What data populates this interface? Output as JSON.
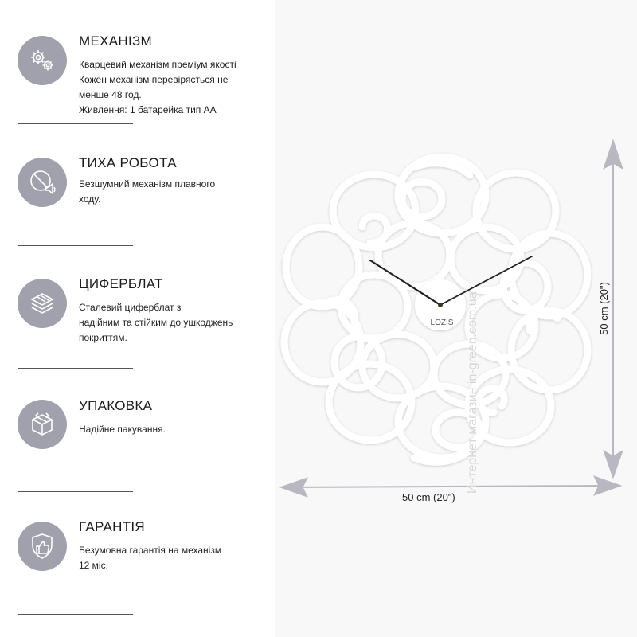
{
  "features": [
    {
      "title": "МЕХАНІЗМ",
      "icon": "gears-icon",
      "lines": [
        "Кварцевий механізм преміум якості",
        "Кожен механізм перевіряється не",
        "менше 48 год.",
        "Живлення: 1 батарейка тип АА"
      ]
    },
    {
      "title": "ТИХА РОБОТА",
      "icon": "mute-speaker-icon",
      "lines": [
        "Безшумний механізм плавного",
        "ходу."
      ]
    },
    {
      "title": "ЦИФЕРБЛАТ",
      "icon": "layers-icon",
      "lines": [
        "Сталевий циферблат з",
        "надійним та стійким до ушкоджень",
        "покриттям."
      ]
    },
    {
      "title": "УПАКОВКА",
      "icon": "package-icon",
      "lines": [
        "Надійне пакування."
      ]
    },
    {
      "title": "ГАРАНТІЯ",
      "icon": "shield-thumbs-up-icon",
      "lines": [
        "Безумовна гарантія на механізм",
        "12 міс."
      ]
    }
  ],
  "clock": {
    "logo": "LOZIS",
    "width_label": "50 cm (20\")",
    "height_label": "50 cm (20\")"
  },
  "watermark": "Интернет магазин in-green.com.ua",
  "colors": {
    "icon_circle": "#a1a0ad",
    "arrow": "#b8b7c2",
    "clock_white": "#ffffff"
  }
}
